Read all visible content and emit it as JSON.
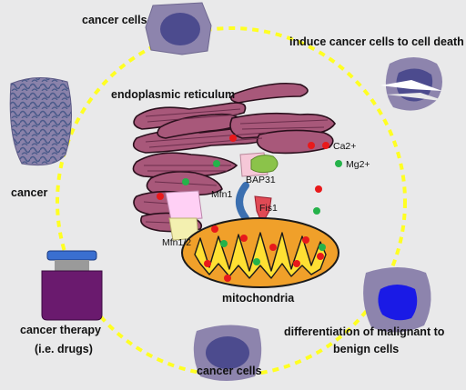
{
  "labels": {
    "cancer_cells_top": "cancer cells",
    "induce_death": "induce cancer cells to cell death",
    "er": "endoplasmic reticulum",
    "cancer": "cancer",
    "ca2": "Ca2+",
    "mg2": "Mg2+",
    "bap31": "BAP31",
    "mfn1": "Mfn1",
    "fis1": "Fis1",
    "mfn12": "Mfn1/2",
    "mito": "mitochondria",
    "therapy_line1": "cancer therapy",
    "therapy_line2": "(i.e. drugs)",
    "diff_line1": "differentiation of malignant to",
    "diff_line2": "benign cells",
    "cancer_cells_bottom": "cancer cells"
  },
  "colors": {
    "background": "#e9e9ea",
    "dashed_circle": "#ffff22",
    "cancer_cell_outer": "#8d84ad",
    "cancer_cell_inner": "#4c4b8e",
    "er": "#a8587a",
    "mitochondria_outer": "#f0a02a",
    "mitochondria_inner": "#ffe033",
    "calcium_dot": "#e8191b",
    "magnesium_dot": "#25b24a",
    "vial_body": "#6a1a6e",
    "vial_cap": "#3a6fd0",
    "benign_nucleus": "#1a1ae6"
  }
}
